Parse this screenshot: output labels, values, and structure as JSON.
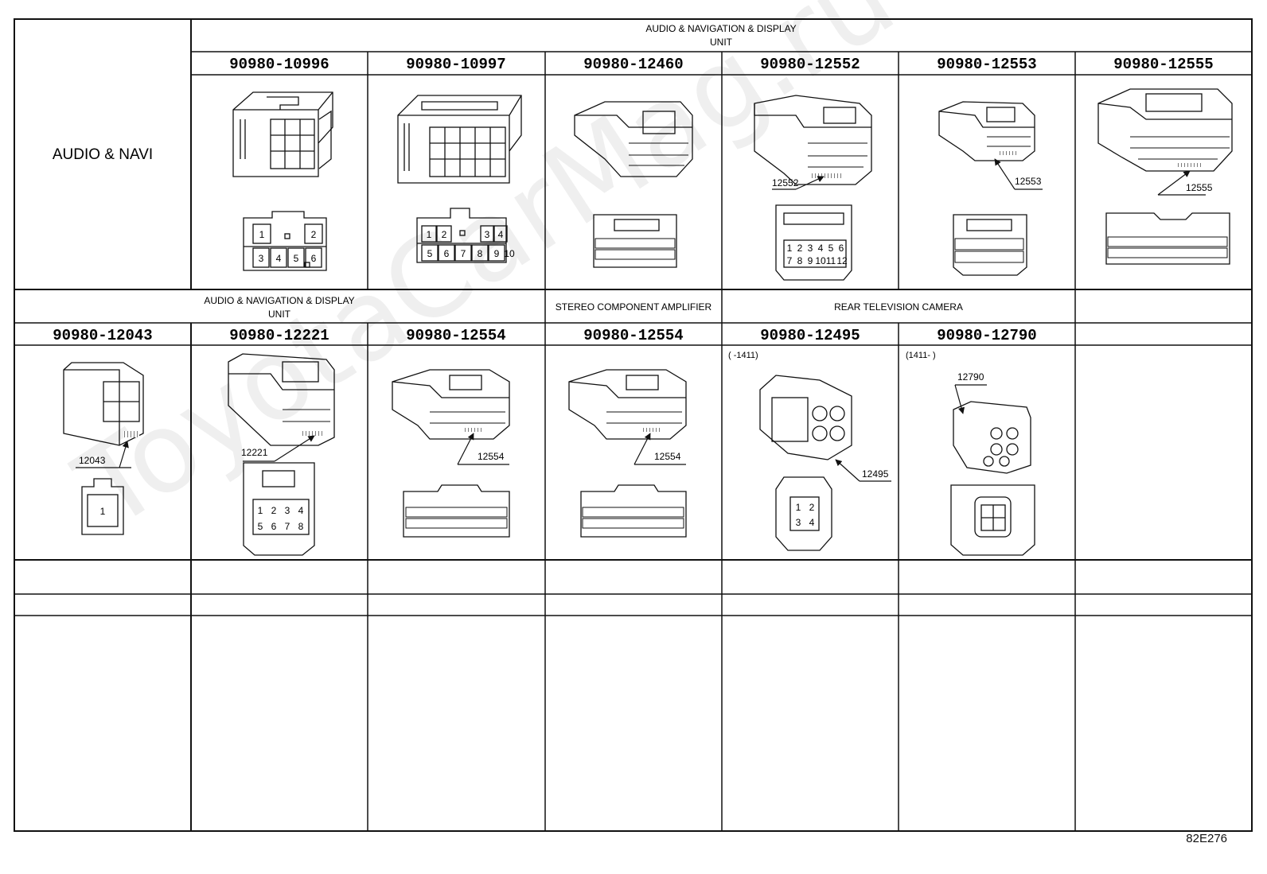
{
  "row1": {
    "label": "AUDIO & NAVI",
    "group_title_line1": "AUDIO & NAVIGATION & DISPLAY",
    "group_title_line2": "UNIT",
    "part_numbers": [
      "90980-10996",
      "90980-10997",
      "90980-12460",
      "90980-12552",
      "90980-12553",
      "90980-12555"
    ],
    "callouts": {
      "c4": "12552",
      "c5": "12553",
      "c6": "12555"
    }
  },
  "row2": {
    "group1_line1": "AUDIO & NAVIGATION & DISPLAY",
    "group1_line2": "UNIT",
    "group2": "STEREO COMPONENT AMPLIFIER",
    "group3": "REAR TELEVISION CAMERA",
    "part_numbers": [
      "90980-12043",
      "90980-12221",
      "90980-12554",
      "90980-12554",
      "90980-12495",
      "90980-12790"
    ],
    "callouts": {
      "c1": "12043",
      "c2": "12221",
      "c3": "12554",
      "c4": "12554",
      "c5": "12495",
      "c6": "12790"
    },
    "date_notes": {
      "c5": "(      -1411)",
      "c6": "(1411-      )"
    }
  },
  "pins": {
    "c1": [
      "1",
      "2",
      "3",
      "4",
      "5",
      "6"
    ],
    "c2": [
      "1",
      "2",
      "3",
      "4",
      "5",
      "6",
      "7",
      "8",
      "9",
      "10"
    ],
    "c4": [
      "1",
      "2",
      "3",
      "4",
      "5",
      "6",
      "7",
      "8",
      "9",
      "10",
      "11",
      "12"
    ],
    "r2c1": [
      "1"
    ],
    "r2c2": [
      "1",
      "2",
      "3",
      "4",
      "5",
      "6",
      "7",
      "8"
    ],
    "r2c5": [
      "1",
      "2",
      "3",
      "4"
    ]
  },
  "watermark": "ToyotaCarMag.ru",
  "figure_id": "82E276"
}
